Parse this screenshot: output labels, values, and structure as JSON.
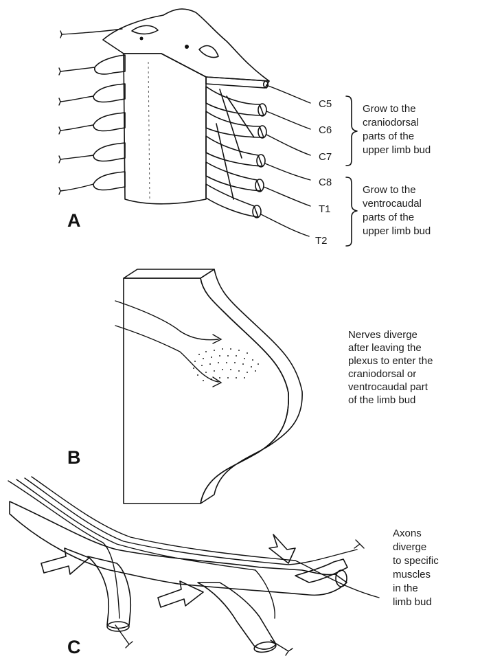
{
  "panels": {
    "a": {
      "letter": "A",
      "spinal_labels": [
        "C5",
        "C6",
        "C7",
        "C8",
        "T1",
        "T2"
      ],
      "group1_lines": [
        "Grow to the",
        "craniodorsal",
        "parts of the",
        "upper limb bud"
      ],
      "group2_lines": [
        "Grow to the",
        "ventrocaudal",
        "parts of the",
        "upper limb bud"
      ]
    },
    "b": {
      "letter": "B",
      "note_lines": [
        "Nerves diverge",
        "after leaving the",
        "plexus to enter the",
        "craniodorsal or",
        "ventrocaudal part",
        "of the limb bud"
      ]
    },
    "c": {
      "letter": "C",
      "note_lines": [
        "Axons",
        "diverge",
        "to specific",
        "muscles",
        "in the",
        "limb bud"
      ]
    }
  },
  "colors": {
    "ink": "#111111",
    "shade": "#b8b8b8",
    "light_shade": "#d9d9d9",
    "background": "#ffffff"
  }
}
